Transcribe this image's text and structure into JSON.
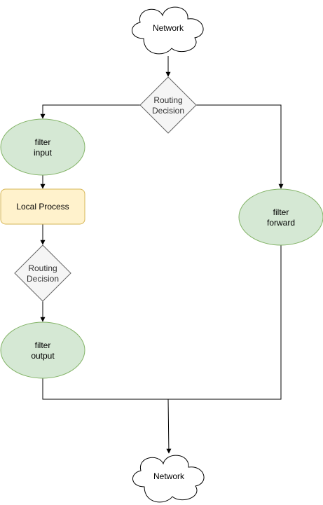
{
  "nodes": {
    "network_top": {
      "label": "Network",
      "shape": "cloud"
    },
    "routing_top": {
      "line1": "Routing",
      "line2": "Decision",
      "shape": "diamond"
    },
    "filter_input": {
      "line1": "filter",
      "line2": "input",
      "shape": "ellipse"
    },
    "local_process": {
      "label": "Local Process",
      "shape": "rounded-rect"
    },
    "routing_left": {
      "line1": "Routing",
      "line2": "Decision",
      "shape": "diamond"
    },
    "filter_output": {
      "line1": "filter",
      "line2": "output",
      "shape": "ellipse"
    },
    "filter_forward": {
      "line1": "filter",
      "line2": "forward",
      "shape": "ellipse"
    },
    "network_bottom": {
      "label": "Network",
      "shape": "cloud"
    }
  },
  "edges": [
    {
      "from": "network_top",
      "to": "routing_top"
    },
    {
      "from": "routing_top",
      "to": "filter_input"
    },
    {
      "from": "routing_top",
      "to": "filter_forward"
    },
    {
      "from": "filter_input",
      "to": "local_process"
    },
    {
      "from": "local_process",
      "to": "routing_left"
    },
    {
      "from": "routing_left",
      "to": "filter_output"
    },
    {
      "from": "filter_output",
      "to": "network_bottom"
    },
    {
      "from": "filter_forward",
      "to": "network_bottom"
    }
  ],
  "colors": {
    "ellipse_fill": "#d5e8d4",
    "ellipse_stroke": "#82b366",
    "process_fill": "#fff2cc",
    "process_stroke": "#d6b656",
    "diamond_fill": "#f5f5f5",
    "diamond_stroke": "#666666",
    "cloud_fill": "#ffffff",
    "cloud_stroke": "#000000",
    "edge": "#000000"
  }
}
